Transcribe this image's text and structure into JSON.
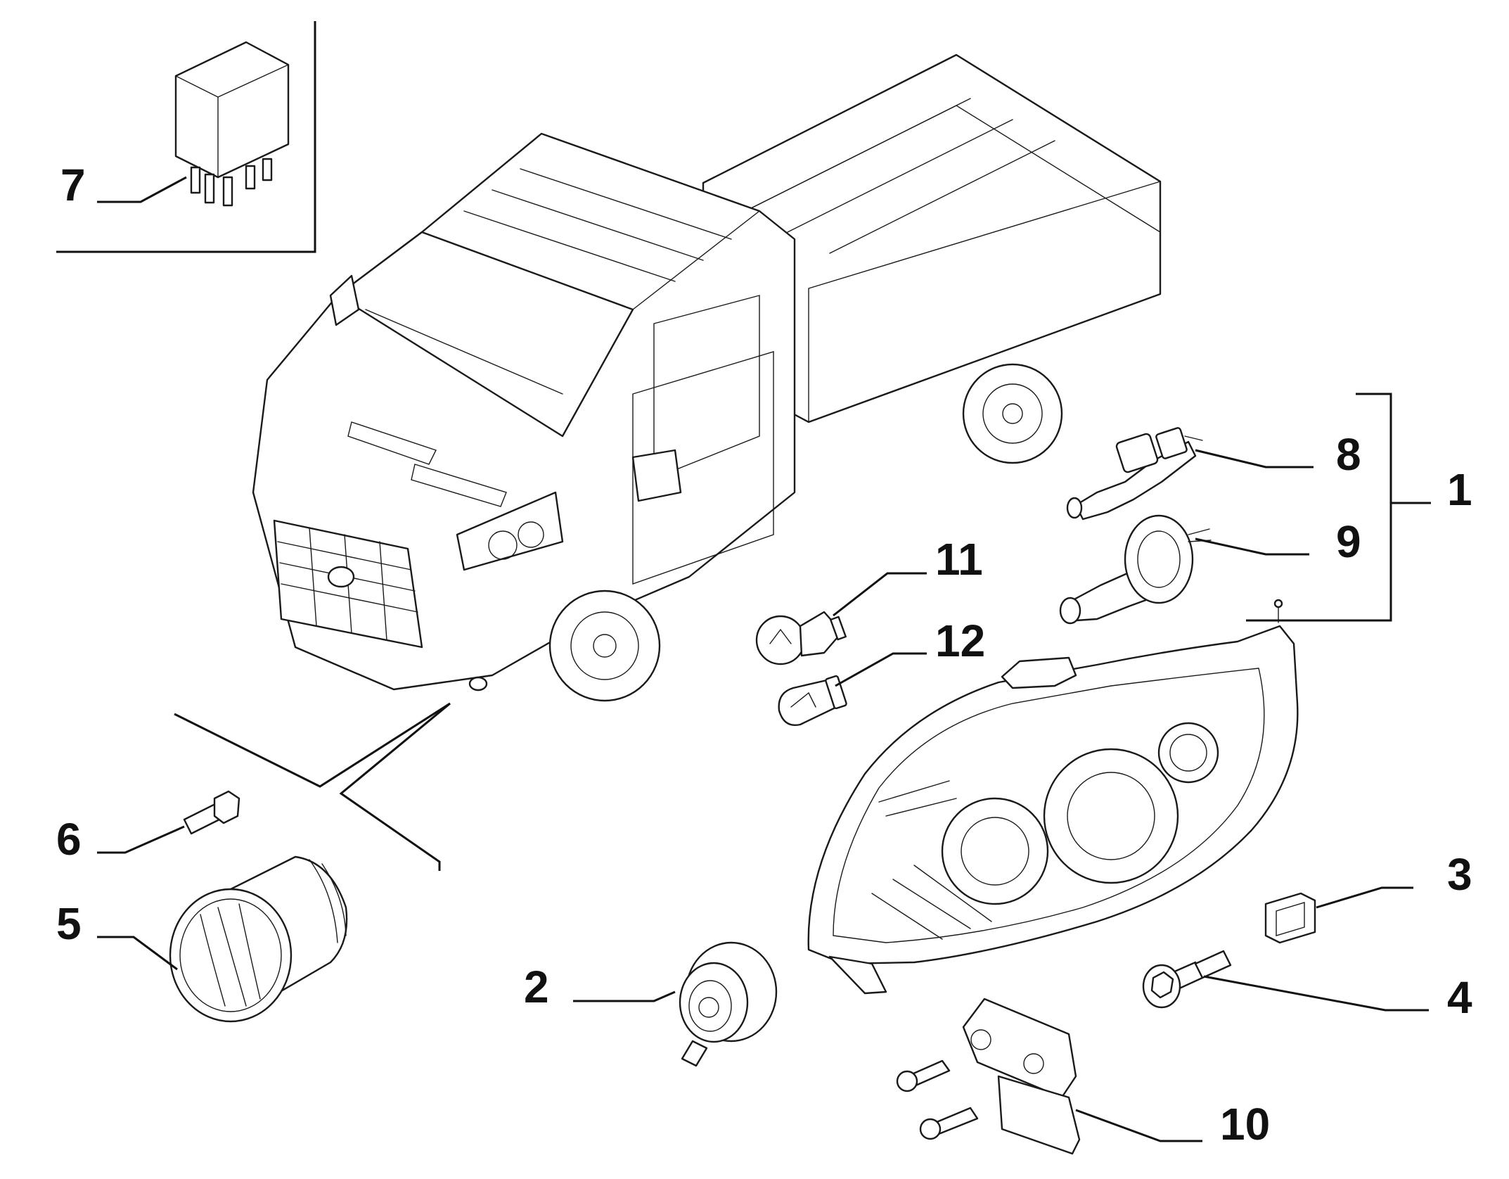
{
  "diagram": {
    "type": "exploded-parts-diagram",
    "callouts": [
      "1",
      "2",
      "3",
      "4",
      "5",
      "6",
      "7",
      "8",
      "9",
      "10",
      "11",
      "12"
    ]
  }
}
